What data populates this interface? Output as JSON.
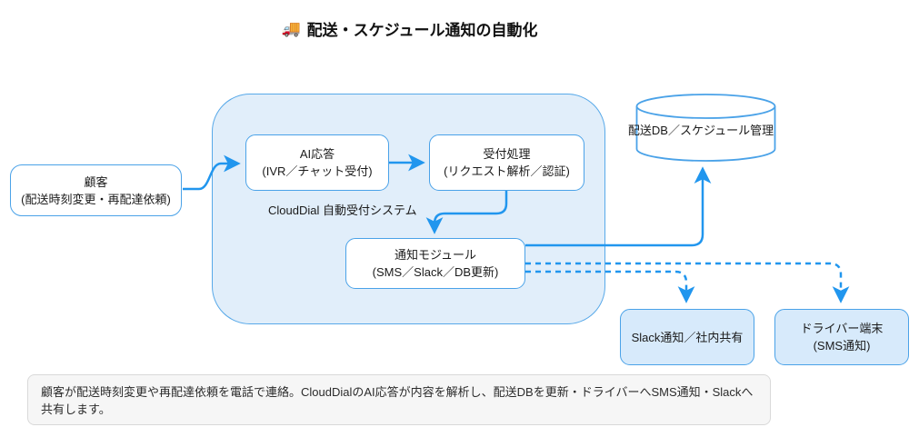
{
  "title": {
    "emoji": "🚚",
    "text": "配送・スケジュール通知の自動化"
  },
  "subsystem": {
    "label": "CloudDial 自動受付システム"
  },
  "nodes": {
    "customer": {
      "line1": "顧客",
      "line2": "(配送時刻変更・再配達依頼)"
    },
    "ai_response": {
      "line1": "AI応答",
      "line2": "(IVR／チャット受付)"
    },
    "intake": {
      "line1": "受付処理",
      "line2": "(リクエスト解析／認証)"
    },
    "notify_module": {
      "line1": "通知モジュール",
      "line2": "(SMS／Slack／DB更新)"
    },
    "database": {
      "label": "配送DB／スケジュール管理"
    },
    "slack": {
      "label": "Slack通知／社内共有"
    },
    "driver": {
      "line1": "ドライバー端末",
      "line2": "(SMS通知)"
    }
  },
  "edges": [
    {
      "from": "customer",
      "to": "ai_response",
      "style": "solid"
    },
    {
      "from": "ai_response",
      "to": "intake",
      "style": "solid"
    },
    {
      "from": "intake",
      "to": "notify_module",
      "style": "solid"
    },
    {
      "from": "notify_module",
      "to": "database",
      "style": "solid"
    },
    {
      "from": "notify_module",
      "to": "slack",
      "style": "dashed"
    },
    {
      "from": "notify_module",
      "to": "driver",
      "style": "dashed"
    }
  ],
  "note": {
    "text": "顧客が配送時刻変更や再配達依頼を電話で連絡。CloudDialのAI応答が内容を解析し、配送DBを更新・ドライバーへSMS通知・Slackへ共有します。"
  },
  "colors": {
    "edge_blue": "#2196ee",
    "box_border_blue": "#4aa2e8",
    "subsystem_fill": "#e1eefa",
    "light_box_fill": "#d7eafb",
    "note_fill": "#f6f6f6"
  }
}
